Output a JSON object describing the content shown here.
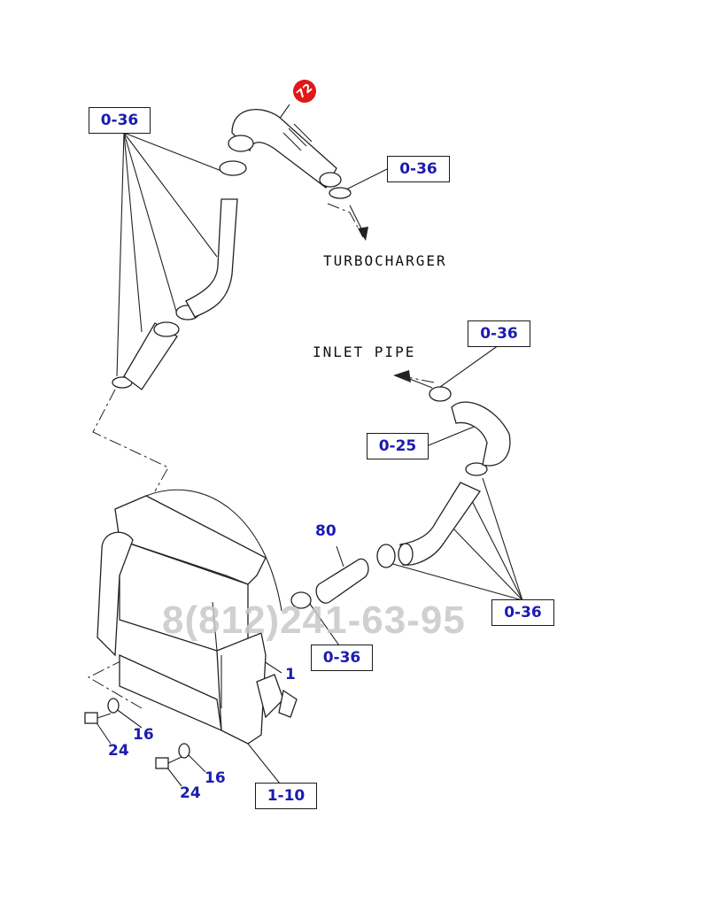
{
  "callout": {
    "label": "72",
    "color": "#e01818"
  },
  "captions": {
    "turbocharger": "TURBOCHARGER",
    "inlet_pipe": "INLET PIPE"
  },
  "ref_boxes": [
    {
      "id": "ref-0-36-a",
      "label": "0-36"
    },
    {
      "id": "ref-0-36-b",
      "label": "0-36"
    },
    {
      "id": "ref-0-36-c",
      "label": "0-36"
    },
    {
      "id": "ref-0-25",
      "label": "0-25"
    },
    {
      "id": "ref-0-36-d",
      "label": "0-36"
    },
    {
      "id": "ref-0-36-e",
      "label": "0-36"
    },
    {
      "id": "ref-1-10",
      "label": "1-10"
    }
  ],
  "part_numbers": [
    {
      "id": "pn-80",
      "label": "80"
    },
    {
      "id": "pn-1",
      "label": "1"
    },
    {
      "id": "pn-16-a",
      "label": "16"
    },
    {
      "id": "pn-24-a",
      "label": "24"
    },
    {
      "id": "pn-16-b",
      "label": "16"
    },
    {
      "id": "pn-24-b",
      "label": "24"
    }
  ],
  "watermark": {
    "phone": "8(812)241-63-95"
  },
  "colors": {
    "ref_text": "#1b1bb0",
    "line": "#222222",
    "watermark": "#c8c8c8"
  }
}
